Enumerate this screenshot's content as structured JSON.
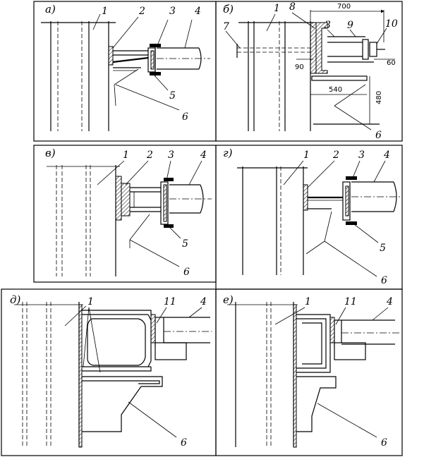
{
  "panels": [
    {
      "label": "а)",
      "callouts": [
        "1",
        "2",
        "3",
        "4",
        "5",
        "6"
      ]
    },
    {
      "label": "б)",
      "callouts": [
        "1",
        "8",
        "3",
        "9",
        "10",
        "7",
        "6"
      ],
      "dimensions": [
        "700",
        "90",
        "60",
        "540",
        "480"
      ]
    },
    {
      "label": "в)",
      "callouts": [
        "1",
        "2",
        "3",
        "4",
        "5",
        "6"
      ]
    },
    {
      "label": "г)",
      "callouts": [
        "1",
        "2",
        "3",
        "4",
        "5",
        "6"
      ]
    },
    {
      "label": "д)",
      "callouts": [
        "1",
        "11",
        "4",
        "6"
      ]
    },
    {
      "label": "е)",
      "callouts": [
        "1",
        "11",
        "4",
        "6"
      ]
    }
  ]
}
